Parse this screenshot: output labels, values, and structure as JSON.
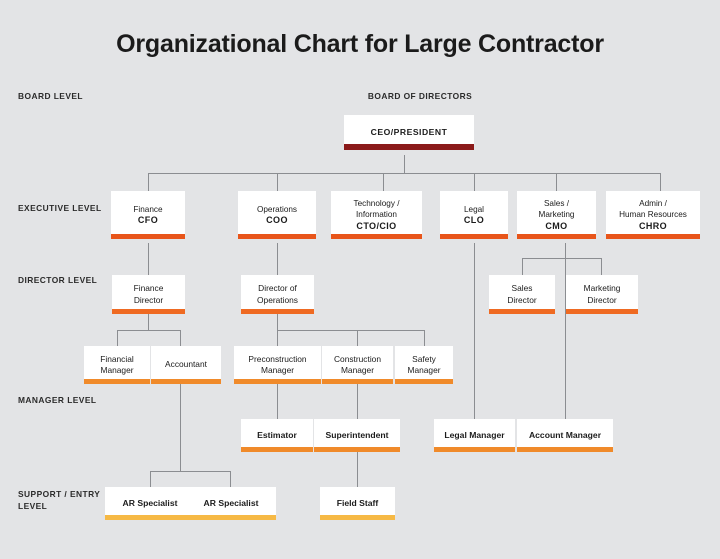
{
  "title": "Organizational Chart for Large Contractor",
  "colors": {
    "background": "#e3e4e6",
    "box_fill": "#ffffff",
    "connector": "#8b8d91",
    "board_accent": "#8b1a1a",
    "executive_accent": "#e8551a",
    "director_accent": "#ef6a22",
    "manager_accent": "#f08a2a",
    "support_accent": "#f6b council"
  },
  "levels": [
    {
      "id": "board",
      "label": "BOARD LEVEL"
    },
    {
      "id": "executive",
      "label": "EXECUTIVE\nLEVEL"
    },
    {
      "id": "director",
      "label": "DIRECTOR\nLEVEL"
    },
    {
      "id": "manager",
      "label": "MANAGER\nLEVEL"
    },
    {
      "id": "support",
      "label": "SUPPORT /\nENTRY LEVEL"
    }
  ],
  "captions": {
    "board_of_directors": "BOARD OF DIRECTORS"
  },
  "nodes": {
    "ceo": {
      "title": "CEO/PRESIDENT",
      "subtitle": ""
    },
    "finance": {
      "title": "Finance",
      "subtitle": "CFO"
    },
    "operations": {
      "title": "Operations",
      "subtitle": "COO"
    },
    "technology": {
      "title": "Technology /\nInformation",
      "subtitle": "CTO/CIO"
    },
    "legal": {
      "title": "Legal",
      "subtitle": "CLO"
    },
    "sales_mktg": {
      "title": "Sales /\nMarketing",
      "subtitle": "CMO"
    },
    "admin_hr": {
      "title": "Admin /\nHuman Resources",
      "subtitle": "CHRO"
    },
    "finance_dir": {
      "title": "Finance\nDirector",
      "subtitle": ""
    },
    "ops_dir": {
      "title": "Director of\nOperations",
      "subtitle": ""
    },
    "sales_dir": {
      "title": "Sales\nDirector",
      "subtitle": ""
    },
    "mktg_dir": {
      "title": "Marketing\nDirector",
      "subtitle": ""
    },
    "financial_mgr": {
      "title": "Financial\nManager",
      "subtitle": ""
    },
    "accountant": {
      "title": "Accountant",
      "subtitle": ""
    },
    "precon_mgr": {
      "title": "Preconstruction\nManager",
      "subtitle": ""
    },
    "constr_mgr": {
      "title": "Construction\nManager",
      "subtitle": ""
    },
    "safety_mgr": {
      "title": "Safety\nManager",
      "subtitle": ""
    },
    "estimator": {
      "title": "Estimator",
      "subtitle": ""
    },
    "superintendent": {
      "title": "Superintendent",
      "subtitle": ""
    },
    "legal_mgr": {
      "title": "Legal Manager",
      "subtitle": ""
    },
    "account_mgr": {
      "title": "Account Manager",
      "subtitle": ""
    },
    "ar_spec_1": {
      "title": "AR Specialist",
      "subtitle": ""
    },
    "ar_spec_2": {
      "title": "AR Specialist",
      "subtitle": ""
    },
    "field_staff": {
      "title": "Field Staff",
      "subtitle": ""
    }
  },
  "chart_data": {
    "type": "diagram",
    "diagram_kind": "organizational-chart",
    "title": "Organizational Chart for Large Contractor",
    "level_bands": [
      {
        "level": "BOARD LEVEL",
        "members": [
          "CEO/PRESIDENT"
        ]
      },
      {
        "level": "EXECUTIVE LEVEL",
        "members": [
          "Finance CFO",
          "Operations COO",
          "Technology / Information CTO/CIO",
          "Legal CLO",
          "Sales / Marketing CMO",
          "Admin / Human Resources CHRO"
        ]
      },
      {
        "level": "DIRECTOR LEVEL",
        "members": [
          "Finance Director",
          "Director of Operations",
          "Sales Director",
          "Marketing Director"
        ]
      },
      {
        "level": "MANAGER LEVEL",
        "members": [
          "Financial Manager",
          "Accountant",
          "Preconstruction Manager",
          "Construction Manager",
          "Safety Manager",
          "Estimator",
          "Superintendent",
          "Legal Manager",
          "Account Manager"
        ]
      },
      {
        "level": "SUPPORT / ENTRY LEVEL",
        "members": [
          "AR Specialist",
          "AR Specialist",
          "Field Staff"
        ]
      }
    ],
    "edges": [
      {
        "from": "CEO/PRESIDENT",
        "to": "Finance CFO"
      },
      {
        "from": "CEO/PRESIDENT",
        "to": "Operations COO"
      },
      {
        "from": "CEO/PRESIDENT",
        "to": "Technology / Information CTO/CIO"
      },
      {
        "from": "CEO/PRESIDENT",
        "to": "Legal CLO"
      },
      {
        "from": "CEO/PRESIDENT",
        "to": "Sales / Marketing CMO"
      },
      {
        "from": "CEO/PRESIDENT",
        "to": "Admin / Human Resources CHRO"
      },
      {
        "from": "Finance CFO",
        "to": "Finance Director"
      },
      {
        "from": "Operations COO",
        "to": "Director of Operations"
      },
      {
        "from": "Sales / Marketing CMO",
        "to": "Sales Director"
      },
      {
        "from": "Sales / Marketing CMO",
        "to": "Marketing Director"
      },
      {
        "from": "Finance Director",
        "to": "Financial Manager"
      },
      {
        "from": "Finance Director",
        "to": "Accountant"
      },
      {
        "from": "Director of Operations",
        "to": "Preconstruction Manager"
      },
      {
        "from": "Director of Operations",
        "to": "Construction Manager"
      },
      {
        "from": "Director of Operations",
        "to": "Safety Manager"
      },
      {
        "from": "Preconstruction Manager",
        "to": "Estimator"
      },
      {
        "from": "Construction Manager",
        "to": "Superintendent"
      },
      {
        "from": "Legal CLO",
        "to": "Legal Manager"
      },
      {
        "from": "Sales / Marketing CMO",
        "to": "Account Manager"
      },
      {
        "from": "Accountant",
        "to": "AR Specialist"
      },
      {
        "from": "Accountant",
        "to": "AR Specialist"
      },
      {
        "from": "Superintendent",
        "to": "Field Staff"
      }
    ]
  }
}
